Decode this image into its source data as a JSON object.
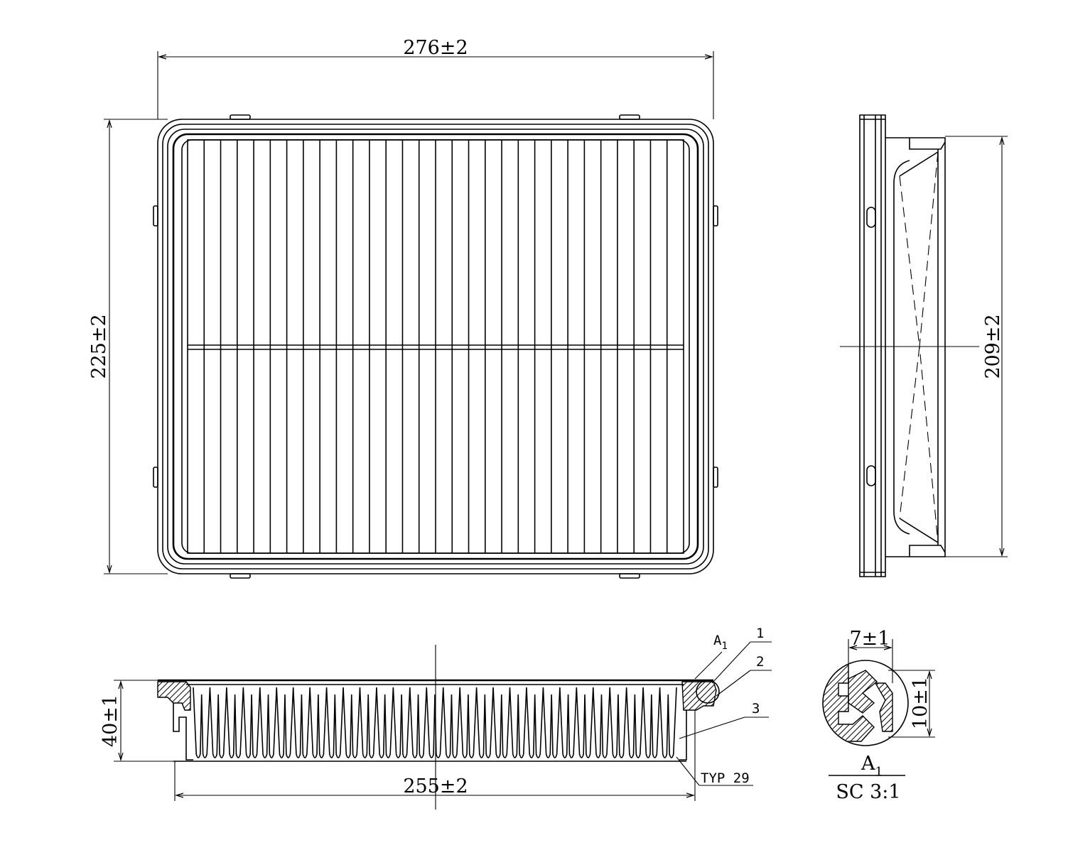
{
  "drawing": {
    "top_view": {
      "width_dim": "276±2",
      "height_dim": "225±2",
      "pleat_count": 30
    },
    "side_view": {
      "height_dim": "209±2"
    },
    "section_view": {
      "height_dim": "40±1",
      "base_dim": "255±2",
      "pleat_note": "TYP 29",
      "pleat_count": 29,
      "callouts": [
        "1",
        "2",
        "3"
      ],
      "detail_label": "A",
      "detail_sub": "1"
    },
    "detail_view": {
      "width_dim": "7±1",
      "height_dim": "10±1",
      "label": "A",
      "label_sub": "1",
      "scale": "SC 3:1"
    }
  }
}
